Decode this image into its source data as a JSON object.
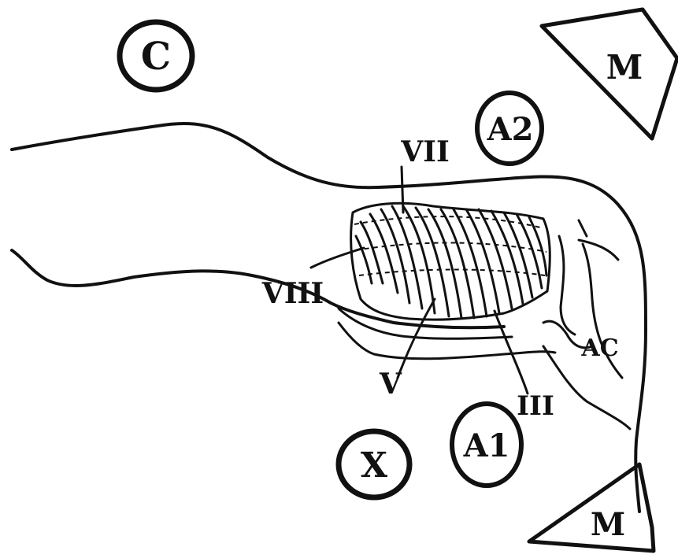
{
  "diagram": {
    "labels": {
      "c": "C",
      "a2": "A2",
      "m_top": "M",
      "vii": "VII",
      "viii": "VIII",
      "v": "V",
      "iii": "III",
      "a1": "A1",
      "x": "X",
      "m_bottom": "M",
      "ac": "AC"
    },
    "ink_color": "#111111",
    "background": "#ffffff"
  }
}
